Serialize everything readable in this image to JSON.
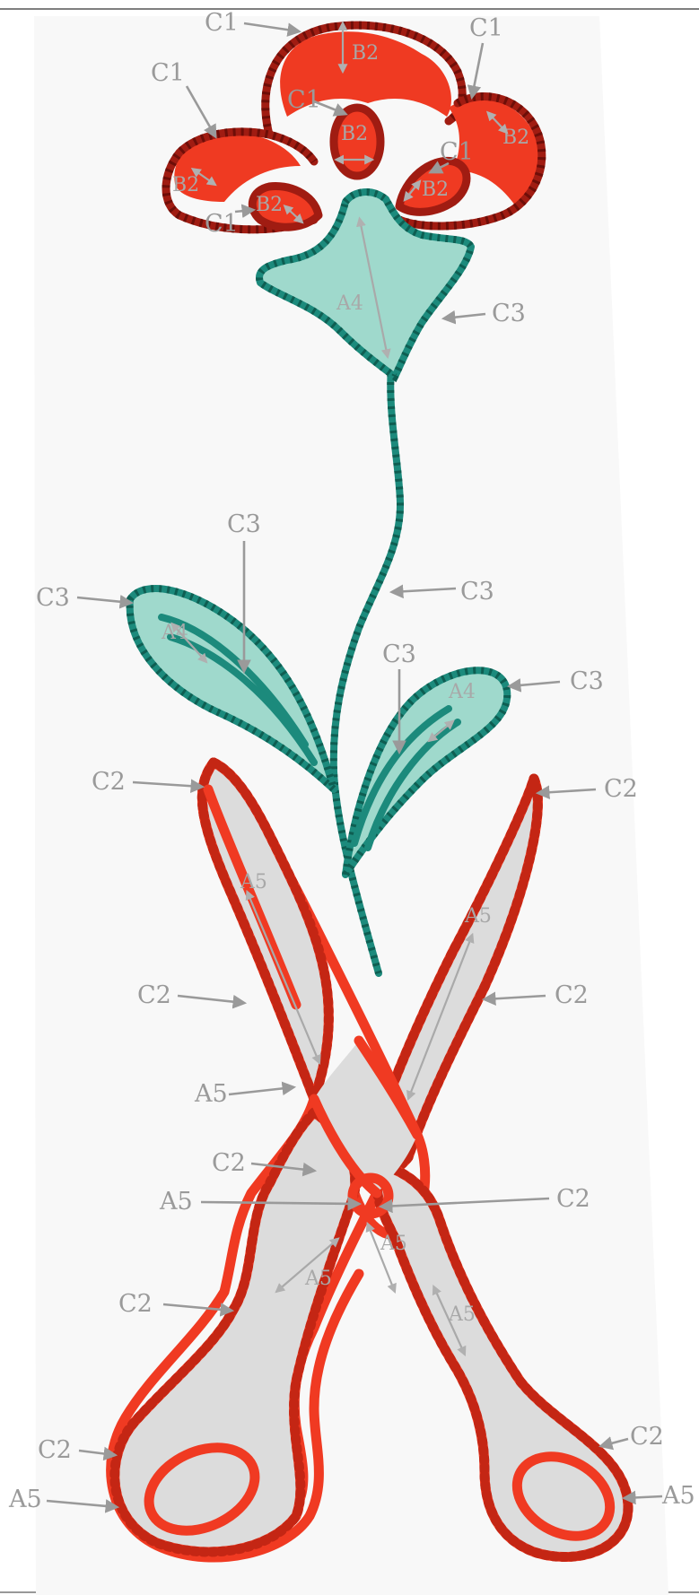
{
  "labels": {
    "c1_top": "C1",
    "c1_right": "C1",
    "c1_left": "C1",
    "c1_inner_center": "C1",
    "c1_inner_right": "C1",
    "c1_inner_left": "C1",
    "b2_top": "B2",
    "b2_center": "B2",
    "b2_right": "B2",
    "b2_inner_right": "B2",
    "b2_left": "B2",
    "b2_inner_left": "B2",
    "a4_calyx": "A4",
    "c3_calyx": "C3",
    "c3_leaf_left_top": "C3",
    "c3_leaf_left_outer": "C3",
    "c3_stem": "C3",
    "c3_leaf_right_inner": "C3",
    "c3_leaf_right_outer": "C3",
    "a4_leaf_left": "A4",
    "a4_leaf_right": "A4",
    "c2_left_blade_tip": "C2",
    "c2_right_blade_tip": "C2",
    "a5_left_blade": "A5",
    "a5_right_blade": "A5",
    "c2_left_blade_mid": "C2",
    "c2_right_blade_mid": "C2",
    "a5_left_blade_lower": "A5",
    "c2_left_blade_inner": "C2",
    "a5_pivot": "A5",
    "c2_pivot": "C2",
    "a5_handle_center": "A5",
    "a5_handle_left": "A5",
    "a5_handle_right": "A5",
    "c2_handle_left": "C2",
    "c2_ring_left": "C2",
    "a5_ring_left": "A5",
    "c2_ring_right": "C2",
    "a5_ring_right": "A5"
  },
  "icons": {
    "flower": "embroidered-flower-icon",
    "scissors": "embroidered-scissors-icon"
  },
  "colors": {
    "red_thread": "#f03a22",
    "dark_red_thread": "#a01c12",
    "teal_thread": "#1c8a7c",
    "light_teal_fill": "#9fd9cc",
    "grey_fill": "#dcdcdc",
    "label_grey": "#9a9a9a"
  }
}
